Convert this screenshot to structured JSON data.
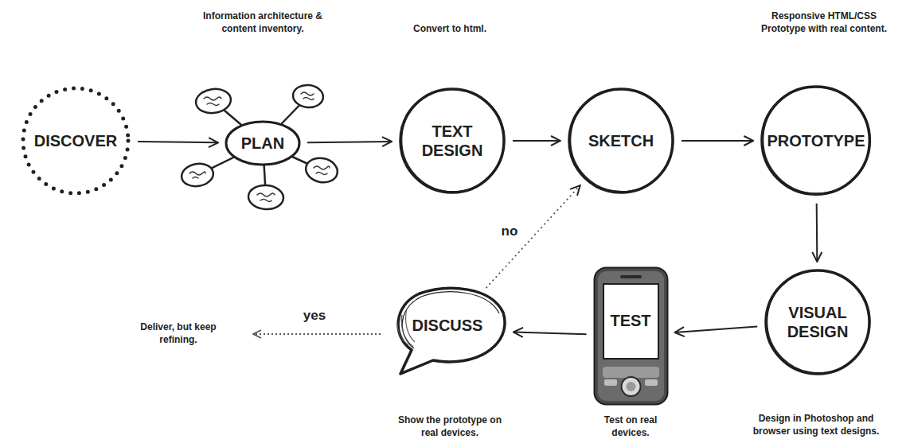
{
  "diagram": {
    "nodes": [
      {
        "text": [
          "DISCOVER"
        ]
      },
      {
        "text": [
          "PLAN"
        ]
      },
      {
        "text": [
          "TEXT DESIGN"
        ]
      },
      {
        "text": [
          "SKETCH"
        ]
      },
      {
        "text": [
          "PROTOTYPE"
        ]
      },
      {
        "text": [
          "VISUAL DESIGN"
        ]
      },
      {
        "text": [
          "TEST"
        ]
      },
      {
        "text": [
          "DISCUSS"
        ]
      }
    ],
    "edges": [
      {
        "from": 0,
        "to": 1,
        "arrow": "to"
      },
      {
        "from": 1,
        "to": 2,
        "arrow": "to"
      },
      {
        "from": 2,
        "to": 3,
        "arrow": "to"
      },
      {
        "from": 3,
        "to": 4,
        "arrow": "to"
      },
      {
        "from": 4,
        "to": 5,
        "arrow": "to"
      },
      {
        "from": 5,
        "to": 6,
        "arrow": "to"
      },
      {
        "from": 6,
        "to": 7,
        "arrow": "to"
      },
      {
        "from": 7,
        "to": 3,
        "arrow": "to"
      }
    ],
    "labels": [
      "Information architecture & content inventory.",
      "Convert to html.",
      "Responsive HTML/CSS Prototype with real content.",
      "Design in Photoshop and browser using text designs.",
      "Test on real devices.",
      "Show the prototype on real devices.",
      "Deliver, but keep refining.",
      "no",
      "yes"
    ]
  }
}
